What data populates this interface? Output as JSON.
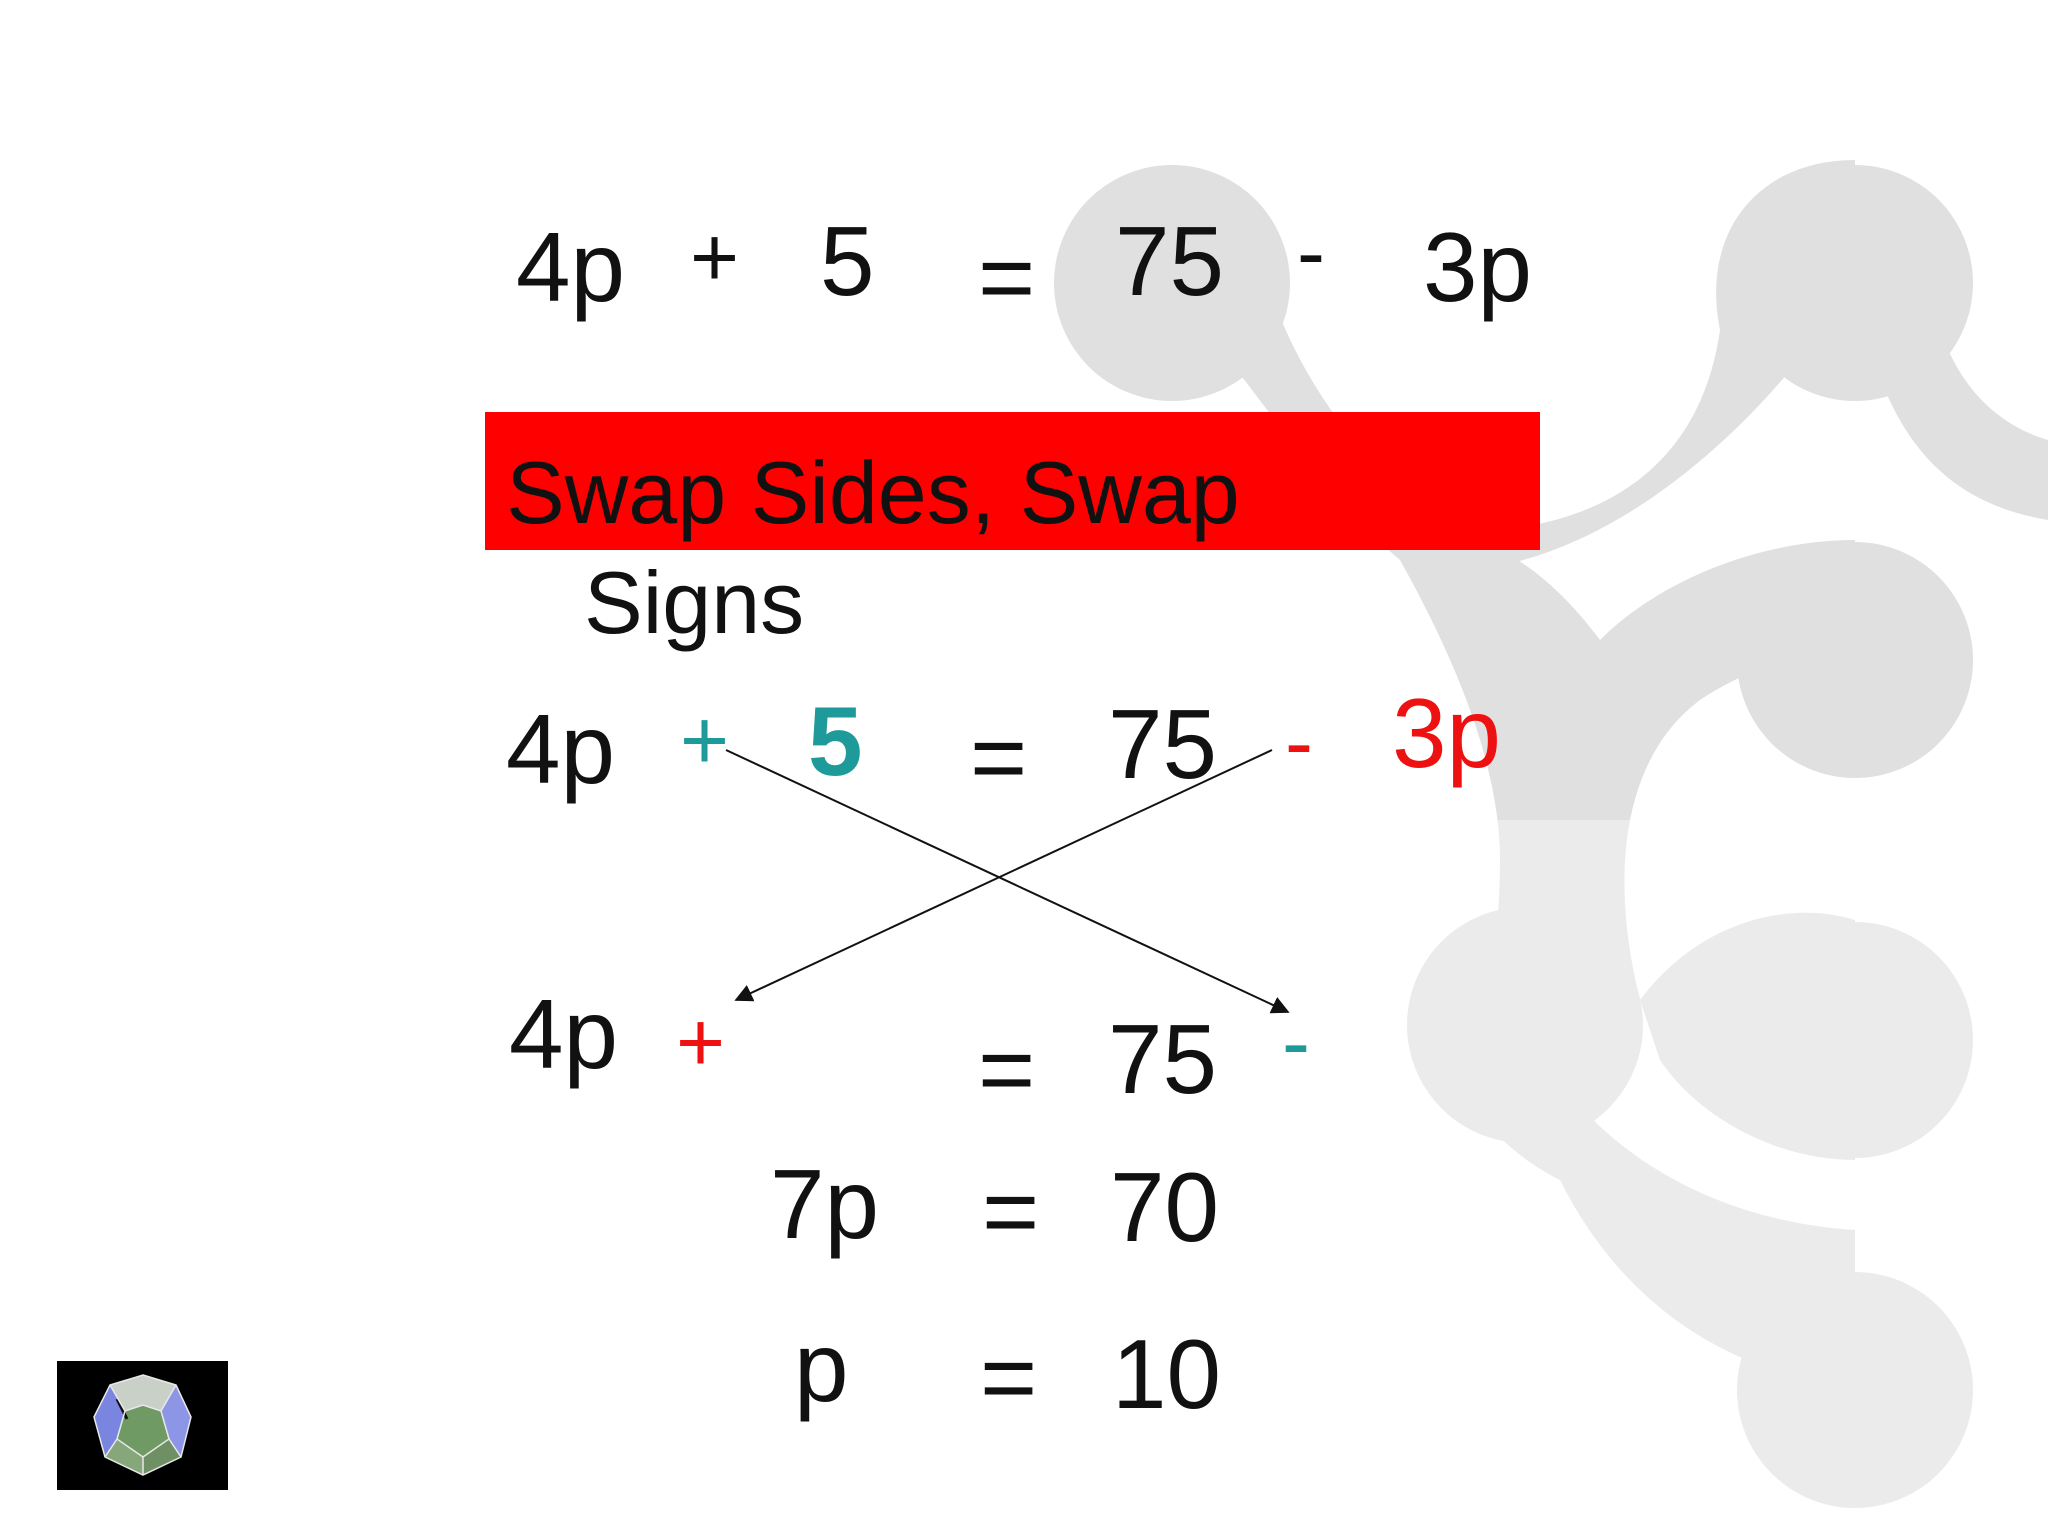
{
  "equation_1": {
    "term_1": "4p",
    "op_1": "+",
    "term_2": "5",
    "equals": "=",
    "term_3": "75",
    "op_2": "-",
    "term_4": "3p"
  },
  "banner": {
    "text_line_1": "Swap Sides, Swap",
    "text_line_2": "Signs",
    "background_color": "#ff0000"
  },
  "equation_2": {
    "term_1": "4p",
    "op_1": "+",
    "term_2": "5",
    "equals": "=",
    "term_3": "75",
    "op_2": "-",
    "term_4": "3p"
  },
  "equation_3": {
    "term_1": "4p",
    "op_1": "+",
    "equals": "=",
    "term_3": "75",
    "op_2": "-"
  },
  "equation_4": {
    "term_1": "7p",
    "equals": "=",
    "term_3": "70"
  },
  "equation_5": {
    "term_1": "p",
    "equals": "=",
    "term_3": "10"
  },
  "colors": {
    "teal": "#1e9a9a",
    "red": "#ee1111",
    "background_shape": "#d9d9d9"
  },
  "icons": {
    "logo": "dodecahedron-logo-icon",
    "arrows": "swap-arrows-icon"
  }
}
